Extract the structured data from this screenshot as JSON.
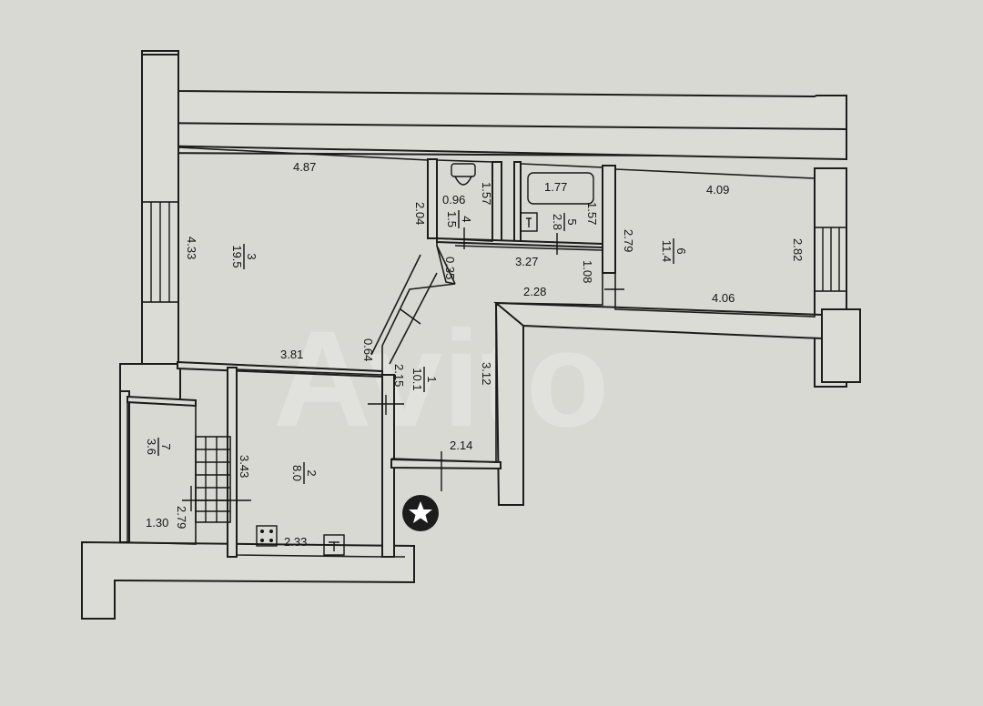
{
  "watermark": "Avito",
  "rooms": [
    {
      "id": "1",
      "number": "1",
      "area": "10.1"
    },
    {
      "id": "2",
      "number": "2",
      "area": "8.0"
    },
    {
      "id": "3",
      "number": "3",
      "area": "19.5"
    },
    {
      "id": "4",
      "number": "4",
      "area": "1.5"
    },
    {
      "id": "5",
      "number": "5",
      "area": "2.8"
    },
    {
      "id": "6",
      "number": "6",
      "area": "11.4"
    },
    {
      "id": "7",
      "number": "7",
      "area": "3.6"
    }
  ],
  "dimensions": {
    "d_4_87": "4.87",
    "d_4_33": "4.33",
    "d_3_81": "3.81",
    "d_0_64": "0.64",
    "d_2_04": "2.04",
    "d_0_35": "0.35",
    "d_0_96": "0.96",
    "d_1_57_wc": "1.57",
    "d_1_77": "1.77",
    "d_1_57_bath": "1.57",
    "d_3_27": "3.27",
    "d_1_08": "1.08",
    "d_2_28": "2.28",
    "d_4_09": "4.09",
    "d_2_79_r6": "2.79",
    "d_2_82": "2.82",
    "d_4_06": "4.06",
    "d_2_15": "2.15",
    "d_3_12": "3.12",
    "d_2_14": "2.14",
    "d_3_43": "3.43",
    "d_2_33": "2.33",
    "d_1_30": "1.30",
    "d_2_79_r7": "2.79"
  },
  "icons": [
    "stove-icon",
    "sink-icon",
    "toilet-icon",
    "bathtub-icon",
    "entrance-star-icon"
  ]
}
